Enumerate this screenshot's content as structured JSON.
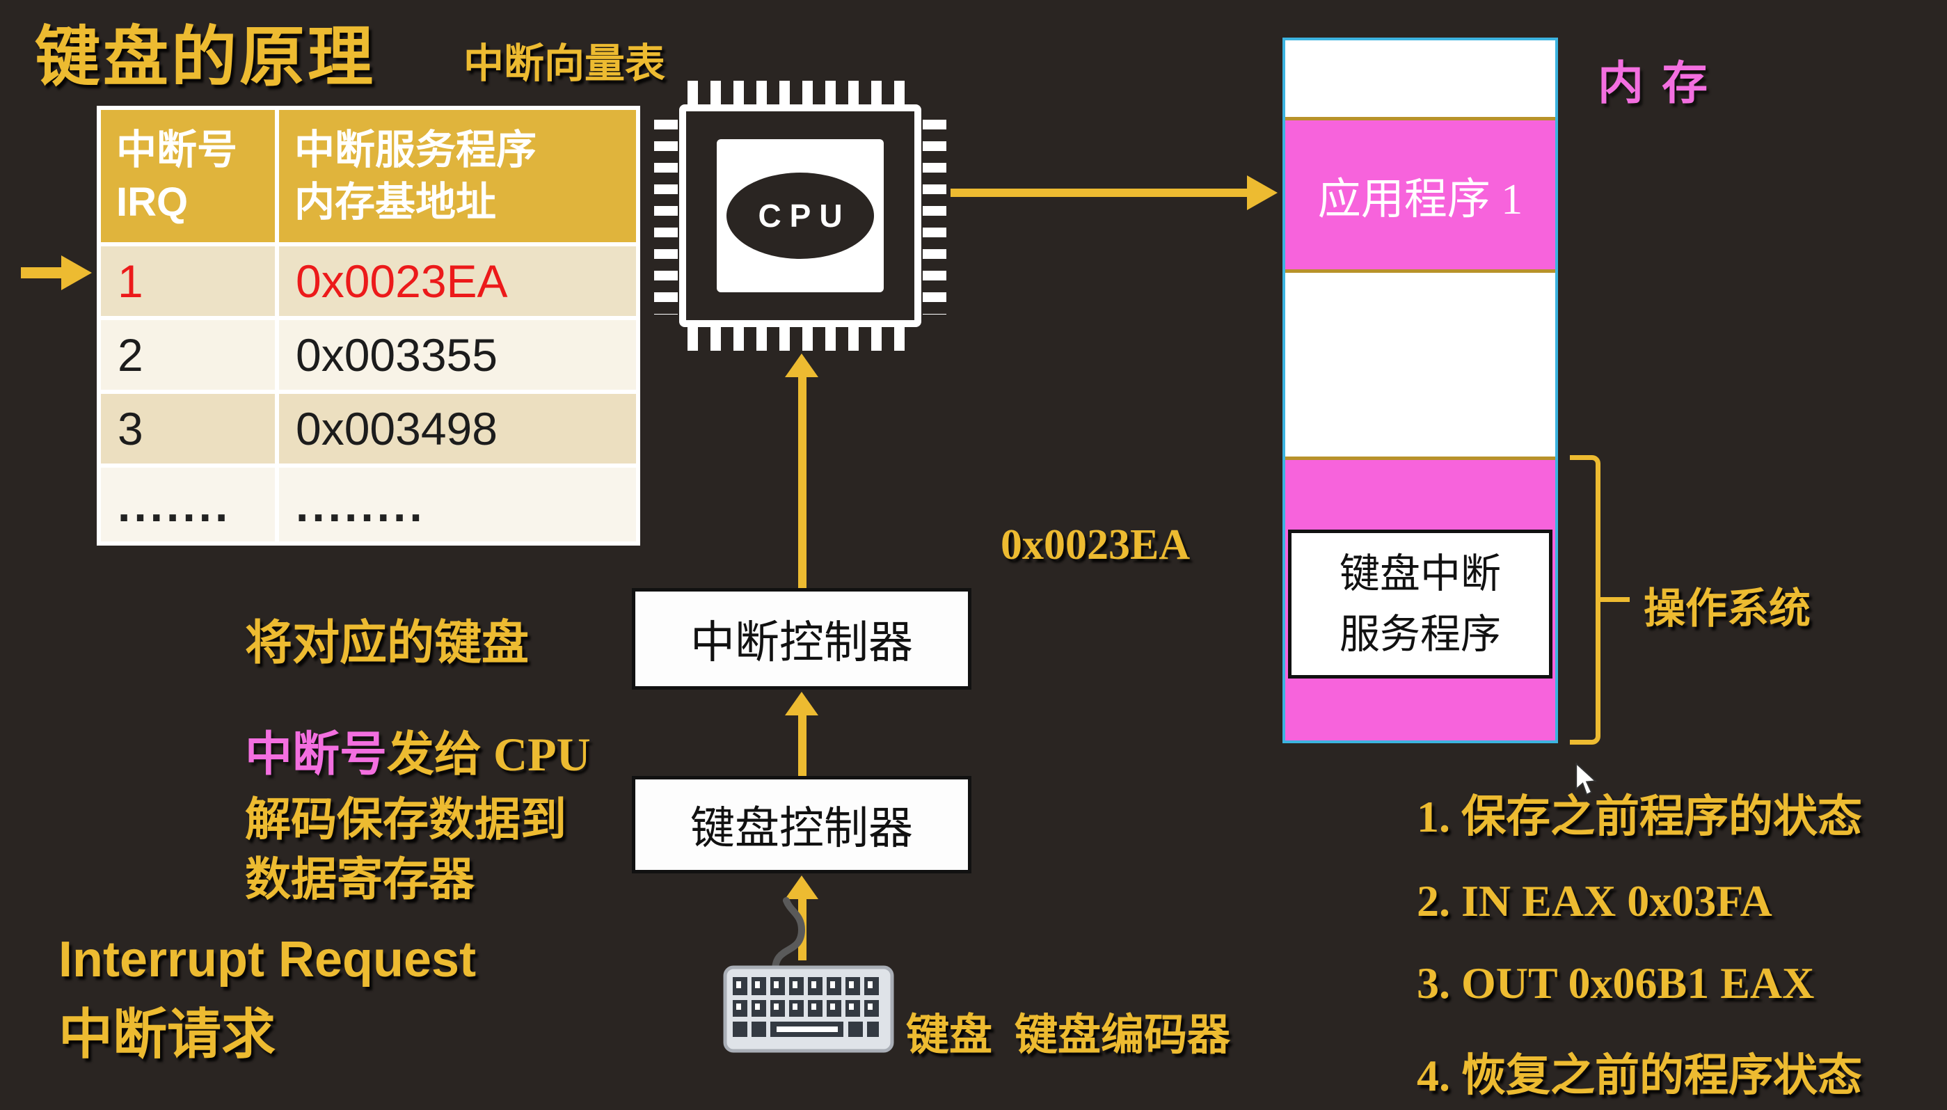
{
  "page": {
    "title": "键盘的原理",
    "subtitle": "中断向量表"
  },
  "colors": {
    "background": "#2a2522",
    "accent_yellow": "#edbb31",
    "accent_pink": "#f763dc",
    "alert_red": "#ec1a1a",
    "memory_border_cyan": "#3cb4e0",
    "table_header_gold": "#e0b43c"
  },
  "ivt_table": {
    "header": {
      "col1_line1": "中断号",
      "col1_line2": "IRQ",
      "col2_line1": "中断服务程序",
      "col2_line2": "内存基地址"
    },
    "rows": [
      {
        "irq": "1",
        "addr": "0x0023EA"
      },
      {
        "irq": "2",
        "addr": "0x003355"
      },
      {
        "irq": "3",
        "addr": "0x003498"
      },
      {
        "irq": ".......",
        "addr": "........"
      }
    ]
  },
  "cpu": {
    "label": "CPU"
  },
  "memory": {
    "label": "内存",
    "app_block": "应用程序 1",
    "isr_line1": "键盘中断",
    "isr_line2": "服务程序",
    "address_label": "0x0023EA",
    "os_label": "操作系统"
  },
  "controllers": {
    "interrupt": "中断控制器",
    "keyboard": "键盘控制器"
  },
  "annotations": {
    "send_line1": "将对应的键盘",
    "send_line2_highlight": "中断号",
    "send_line2_rest": "发给 CPU",
    "decode_line1": "解码保存数据到",
    "decode_line2": "数据寄存器",
    "irq_en": "Interrupt Request",
    "irq_zh": "中断请求",
    "keyboard_label": "键盘",
    "encoder_label": "键盘编码器"
  },
  "isr_steps": {
    "items": [
      "1. 保存之前程序的状态",
      "2. IN EAX 0x03FA",
      "3. OUT 0x06B1 EAX",
      "4. 恢复之前的程序状态"
    ]
  }
}
